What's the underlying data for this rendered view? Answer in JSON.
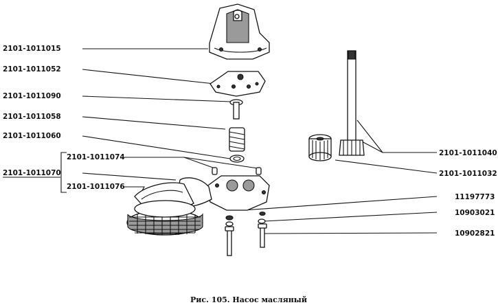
{
  "labels": {
    "housing": "2101-1011015",
    "cover": "2101-1011052",
    "valve": "2101-1011090",
    "spring": "2101-1011058",
    "washer": "2101-1011060",
    "pin": "2101-1011074",
    "assembly": "2101-1011070",
    "intake": "2101-1011076",
    "shaft": "2101-1011040",
    "gear": "2101-1011032",
    "lock_washer": "11197773",
    "washer_small": "10903021",
    "bolt": "10902821"
  },
  "caption": "Рис. 105. Насос масляный"
}
